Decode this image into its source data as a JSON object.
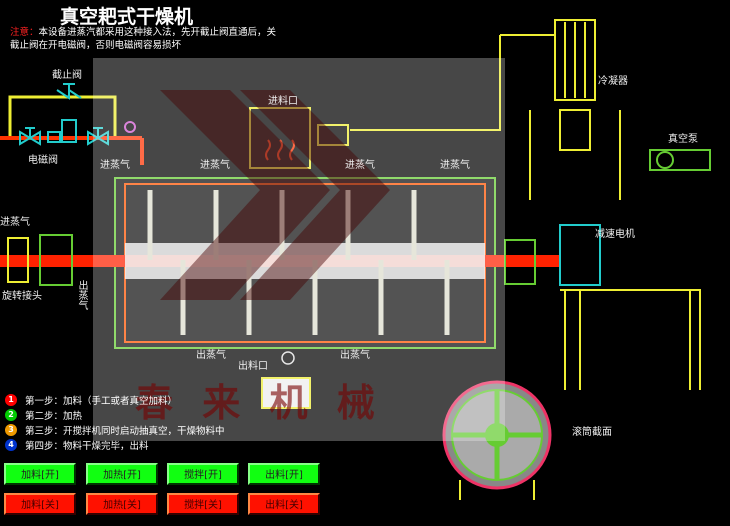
{
  "title": "真空耙式干燥机",
  "note": {
    "prefix": "注意：",
    "text": "本设备进蒸汽都采用这种接入法，先开截止阀直通后，关截止阀在开电磁阀，否则电磁阀容易损坏"
  },
  "labels": {
    "stop_valve": "截止阀",
    "solenoid_valve": "电磁阀",
    "feed_inlet": "进料口",
    "steam_in": "进蒸气",
    "steam_out": "出蒸气",
    "rotary_joint": "旋转接头",
    "discharge": "出料口",
    "condenser": "冷凝器",
    "vacuum_pump": "真空泵",
    "gear_motor": "减速电机",
    "drum_section": "滚筒截面",
    "watermark": "春 来 机 械"
  },
  "steps": [
    {
      "num": "1",
      "text": "第一步：加料（手工或者真空加料）",
      "color": "#f00"
    },
    {
      "num": "2",
      "text": "第二步：加热",
      "color": "#0c0"
    },
    {
      "num": "3",
      "text": "第三步：开搅拌机同时启动抽真空，干燥物料中",
      "color": "#e90"
    },
    {
      "num": "4",
      "text": "第四步：物料干燥完毕，出料",
      "color": "#03c"
    }
  ],
  "buttons_on": [
    "加料[开]",
    "加热[开]",
    "搅拌[开]",
    "出料[开]"
  ],
  "buttons_off": [
    "加料[关]",
    "加热[关]",
    "搅拌[关]",
    "出料[关]"
  ]
}
